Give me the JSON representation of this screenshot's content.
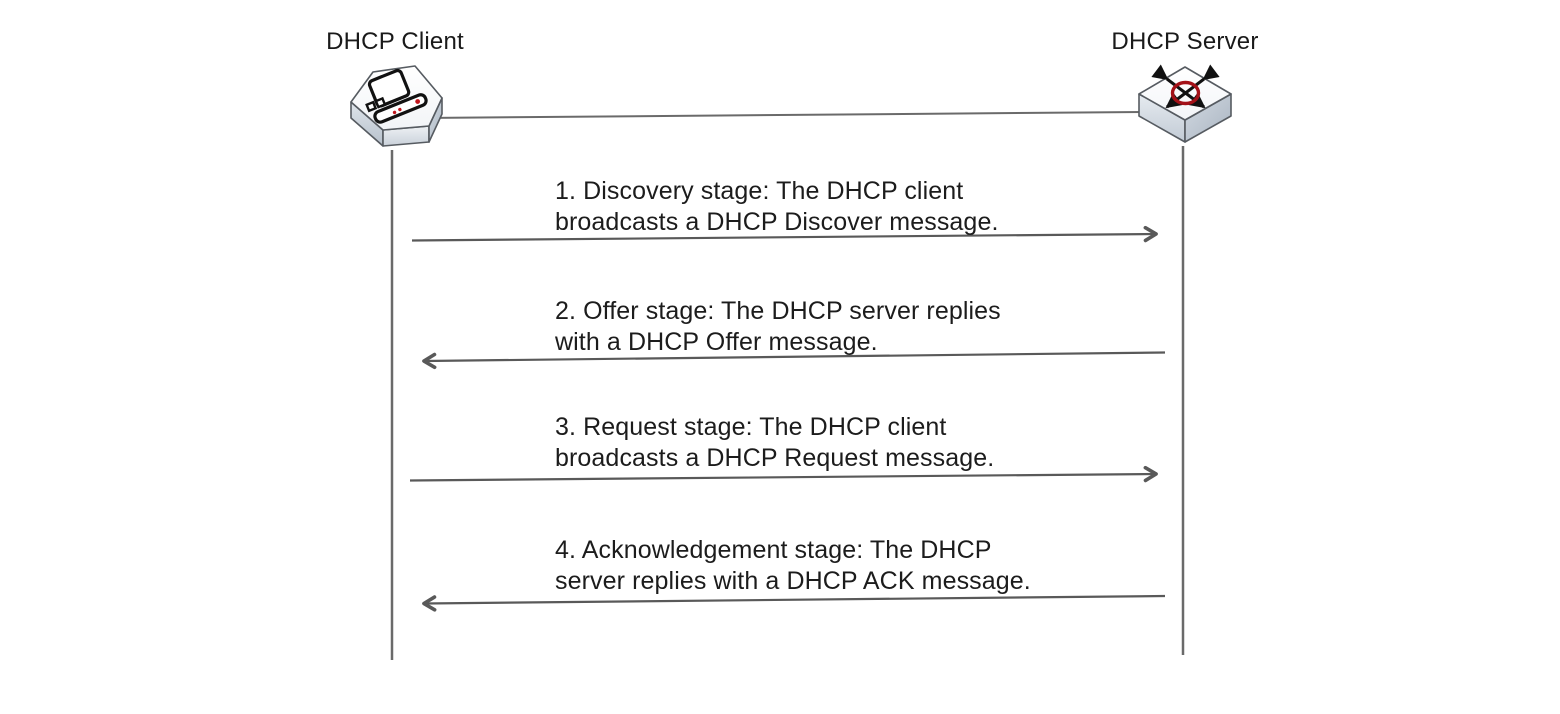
{
  "diagram": {
    "actors": [
      {
        "label": "DHCP Client",
        "icon": "workstation-icon"
      },
      {
        "label": "DHCP Server",
        "icon": "router-icon"
      }
    ],
    "messages": [
      {
        "line1": "1. Discovery stage: The DHCP client",
        "line2": "broadcasts a DHCP Discover message.",
        "direction": "client-to-server"
      },
      {
        "line1": "2. Offer stage: The DHCP server replies",
        "line2": "with a DHCP Offer message.",
        "direction": "server-to-client"
      },
      {
        "line1": "3. Request stage: The DHCP client",
        "line2": "broadcasts a DHCP Request message.",
        "direction": "client-to-server"
      },
      {
        "line1": "4. Acknowledgement stage: The DHCP",
        "line2": "server replies with a DHCP ACK message.",
        "direction": "server-to-client"
      }
    ],
    "colors": {
      "line": "#595959",
      "text": "#1a1a1a",
      "icon_outline": "#565b61",
      "icon_glyph": "#111111",
      "icon_accent_red": "#a31118"
    }
  }
}
